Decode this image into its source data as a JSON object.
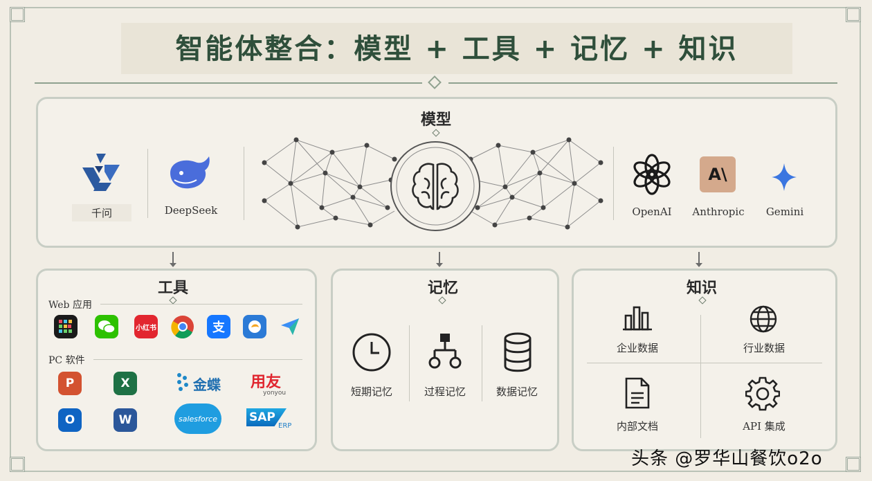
{
  "title": "智能体整合：模型 + 工具 + 记忆 + 知识",
  "model_panel": {
    "title": "模型",
    "left_models": [
      {
        "label": "千问",
        "icon": "qwen-icon"
      },
      {
        "label": "DeepSeek",
        "icon": "deepseek-whale-icon"
      }
    ],
    "right_models": [
      {
        "label": "OpenAI",
        "icon": "openai-icon"
      },
      {
        "label": "Anthropic",
        "icon": "anthropic-icon",
        "badge": "A\\"
      },
      {
        "label": "Gemini",
        "icon": "gemini-star-icon"
      }
    ]
  },
  "tools_panel": {
    "title": "工具",
    "web_label": "Web 应用",
    "pc_label": "PC 软件",
    "web_apps": [
      {
        "name": "app-grid-icon",
        "text": "",
        "color": "#1a1a1a"
      },
      {
        "name": "wechat-icon",
        "text": "",
        "color": "#2dc100"
      },
      {
        "name": "xiaohongshu-icon",
        "text": "小红书",
        "color": "#e2262f"
      },
      {
        "name": "chrome-icon",
        "text": "",
        "color": "#dd4b39"
      },
      {
        "name": "alipay-icon",
        "text": "支",
        "color": "#1677ff"
      },
      {
        "name": "blue-bird-icon",
        "text": "",
        "color": "#2b7ad6"
      },
      {
        "name": "feishu-icon",
        "text": "",
        "color": "#3a8ff5"
      }
    ],
    "office_apps": [
      {
        "name": "powerpoint-icon",
        "text": "P",
        "color": "#d35230"
      },
      {
        "name": "excel-icon",
        "text": "X",
        "color": "#1e7145"
      },
      {
        "name": "outlook-icon",
        "text": "O",
        "color": "#0f64c3"
      },
      {
        "name": "word-icon",
        "text": "W",
        "color": "#2b579a"
      }
    ],
    "brands": {
      "kingdee": "金蝶",
      "yonyou": "用友",
      "yonyou_sub": "yonyou",
      "salesforce": "salesforce",
      "sap": "SAP",
      "sap_sub": "ERP"
    }
  },
  "memory_panel": {
    "title": "记忆",
    "items": [
      {
        "label": "短期记忆",
        "icon": "clock-icon"
      },
      {
        "label": "过程记忆",
        "icon": "flowchart-icon"
      },
      {
        "label": "数据记忆",
        "icon": "database-icon"
      }
    ]
  },
  "knowledge_panel": {
    "title": "知识",
    "items": [
      {
        "label": "企业数据",
        "icon": "bar-chart-icon"
      },
      {
        "label": "行业数据",
        "icon": "globe-icon"
      },
      {
        "label": "内部文档",
        "icon": "document-icon"
      },
      {
        "label": "API 集成",
        "icon": "gear-icon"
      }
    ]
  },
  "watermark": "头条 @罗华山餐饮o2o",
  "colors": {
    "accent": "#2f4f3b",
    "frame": "#b9c2b6",
    "background": "#f1ede4"
  }
}
